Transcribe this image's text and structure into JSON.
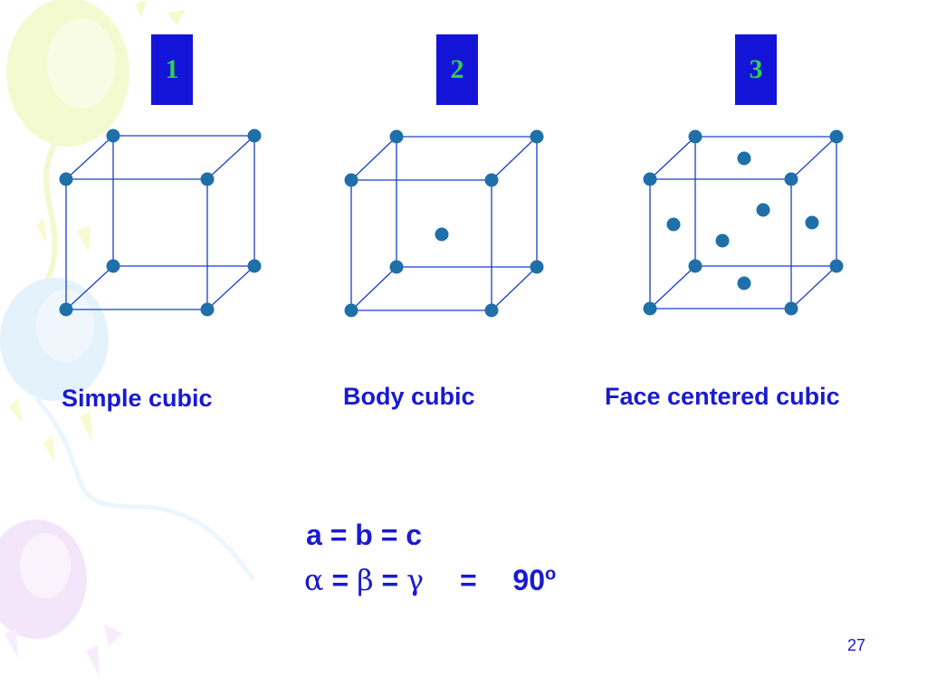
{
  "slide": {
    "page_number": "27",
    "colors": {
      "box_fill": "#1414d8",
      "box_text": "#2ed24a",
      "line": "#1a3fc4",
      "atom": "#1f6fa8",
      "text": "#1a1ad0"
    },
    "panels": [
      {
        "number": "1",
        "label": "Simple cubic",
        "type": "simple"
      },
      {
        "number": "2",
        "label": "Body cubic",
        "type": "body"
      },
      {
        "number": "3",
        "label": "Face centered cubic",
        "type": "face"
      }
    ],
    "equation": {
      "line1": "a = b = c",
      "alpha": "α",
      "beta": "β",
      "gamma": "γ",
      "eq_sign": "=",
      "value": "90",
      "degree": "o"
    }
  }
}
